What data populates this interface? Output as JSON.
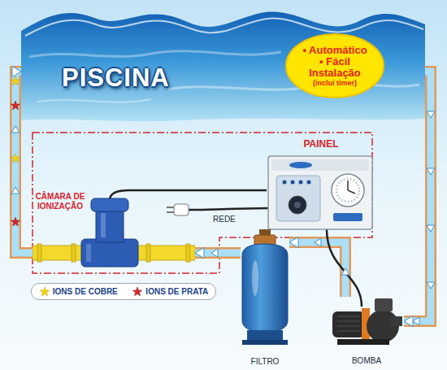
{
  "diagram": {
    "nodes": [
      {
        "text": [
          "PISCINA"
        ]
      },
      {
        "text": [
          "• Automático",
          "• Fácil Instalação",
          "(inclui timer)"
        ],
        "in": 0
      },
      {
        "text": [
          "PAINEL"
        ]
      },
      {
        "text": [
          "CÂMARA DE IONIZAÇÃO"
        ]
      },
      {
        "text": [
          "FILTRO"
        ]
      },
      {
        "text": [
          "BOMBA"
        ]
      }
    ],
    "edges": [
      {
        "from": 0,
        "to": 5,
        "arrow": "to"
      },
      {
        "from": 5,
        "to": 4,
        "arrow": "to"
      },
      {
        "from": 4,
        "to": 3,
        "arrow": "to"
      },
      {
        "from": 3,
        "to": 0,
        "arrow": "to"
      },
      {
        "from": 2,
        "to": 3,
        "arrow": "none"
      },
      {
        "from": 2,
        "to": 5,
        "arrow": "none"
      }
    ],
    "labels": [
      "REDE"
    ],
    "legend": [
      {
        "text": "IONS DE COBRE"
      },
      {
        "text": "IONS DE PRATA"
      }
    ]
  }
}
